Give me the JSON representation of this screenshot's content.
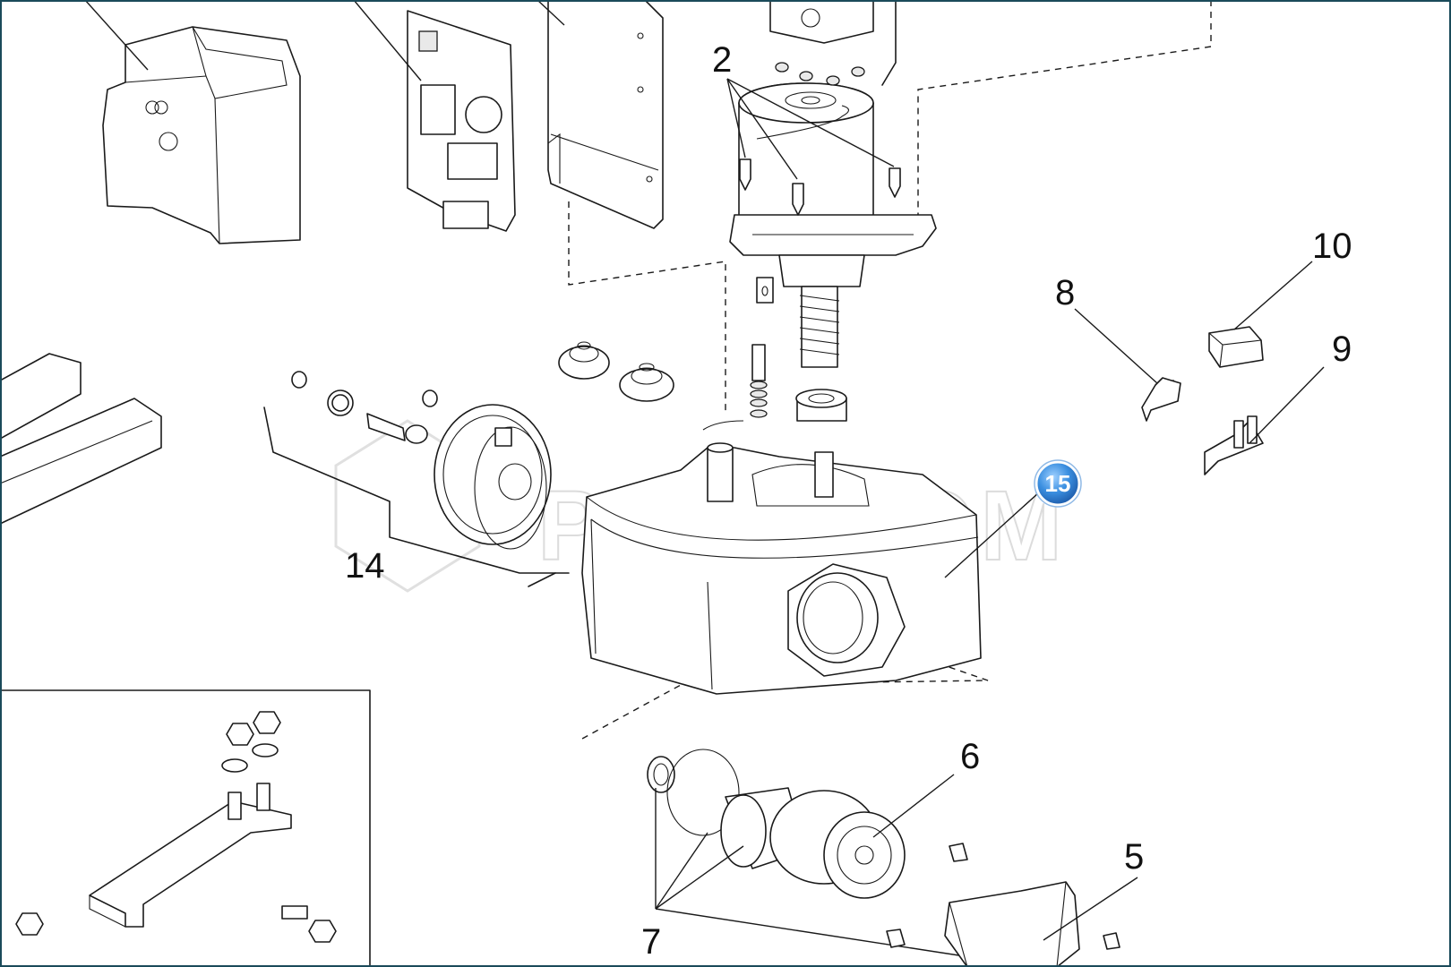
{
  "diagram": {
    "callouts": [
      "2",
      "5",
      "6",
      "7",
      "8",
      "9",
      "10",
      "14"
    ],
    "highlight": {
      "label": "15",
      "color": "#3b8fe0"
    },
    "watermark": "PLUSCOM"
  }
}
